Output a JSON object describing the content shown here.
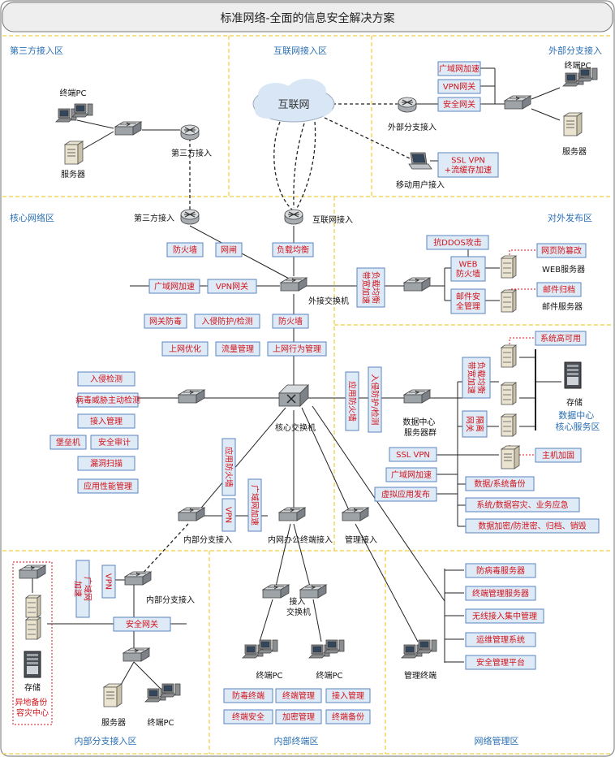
{
  "title": "标准网络-全面的信息安全解决方案",
  "zones": {
    "third_party": "第三方接入区",
    "internet_zone": "互联网接入区",
    "external_branch": "外部分支接入",
    "core": "核心网络区",
    "publish": "对外发布区",
    "dc": "数据中心\n核心服务区",
    "internal_branch": "内部分支接入区",
    "internal_terminal": "内部终端区",
    "net_mgmt": "网络管理区"
  },
  "labels": {
    "terminal_pc": "终端PC",
    "server": "服务器",
    "third_access": "第三方接入",
    "internet": "互联网",
    "ext_branch_access": "外部分支接入",
    "mobile_user": "移动用户接入",
    "internet_access": "互联网接入",
    "ext_switch": "外接交换机",
    "core_switch": "核心交换机",
    "dc_server_group": "数据中心\n服务器群",
    "web_server": "WEB服务器",
    "mail_server": "邮件服务器",
    "storage": "存储",
    "int_branch_access": "内部分支接入",
    "intranet_office": "内网办公终端接入",
    "mgmt_access": "管理接入",
    "access_switch": "接入\n交换机",
    "mgmt_terminal": "管理终端",
    "offsite_backup": "异地备份\n容灾中心"
  },
  "boxes": {
    "wan_accel_ext": "广域网加速",
    "vpn_gw_ext": "VPN网关",
    "sec_gw_ext": "安全网关",
    "ssl_vpn_mobile": "SSL VPN\n+流缓存加速",
    "firewall_3rd": "防火墙",
    "gatekeeper": "网闸",
    "load_balance": "负载均衡",
    "wan_accel_core": "广域网加速",
    "vpn_gw_core": "VPN网关",
    "gw_antivirus": "网关防毒",
    "ids_ips": "入侵防护/检测",
    "firewall_core": "防火墙",
    "web_optimize": "上网优化",
    "traffic_mgmt": "流量管理",
    "web_behavior": "上网行为管理",
    "anti_ddos": "抗DDOS攻击",
    "web_firewall": "WEB\n防火墙",
    "web_tamper": "网页防篡改",
    "lb_vertical": "负载均衡\n带宽加速",
    "mail_sec": "邮件安\n全管理",
    "mail_archive": "邮件归档",
    "intrusion_detect": "入侵检测",
    "virus_threat": "病毒威胁主动检测",
    "access_mgmt": "接入管理",
    "bastion": "堡垒机",
    "sec_audit": "安全审计",
    "vuln_scan": "漏洞扫描",
    "app_perf": "应用性能管理",
    "app_fw_v": "应用防火墙",
    "ids_v": "入侵防护/检测",
    "dc_lb_v": "负载均衡\n带宽加速",
    "sys_ha": "系统高可用",
    "isolation": "隔离\n网关",
    "ssl_vpn_dc": "SSL VPN",
    "host_harden": "主机加固",
    "wan_accel_dc": "广域网加速",
    "data_backup": "数据/系统备份",
    "virtual_app": "虚拟应用发布",
    "disaster_recovery": "系统/数据容灾、业务应急",
    "encrypt": "数据加密/防泄密、归档、销毁",
    "app_fw_branch": "应用防火墙",
    "vpn_branch": "VPN",
    "wan_accel_branch": "广域网加速",
    "wan_accel_left": "广域网\n加速",
    "vpn_left": "VPN",
    "sec_gw_left": "安全网关",
    "anti_virus_term": "防毒终端",
    "term_mgmt": "终端管理",
    "access_mgmt_term": "接入管理",
    "term_security": "终端安全",
    "encrypt_mgmt": "加密管理",
    "term_backup": "终端备份",
    "av_server": "防病毒服务器",
    "term_mgmt_server": "终端管理服务器",
    "wireless_mgmt": "无线接入集中管理",
    "ops_mgmt": "运维管理系统",
    "sec_mgmt_platform": "安全管理平台"
  },
  "colors": {
    "zone_border": "#f1cd3c",
    "box_fill": "#dfeaf7",
    "box_text": "#d1141b",
    "zone_title": "#2a6fb4"
  }
}
